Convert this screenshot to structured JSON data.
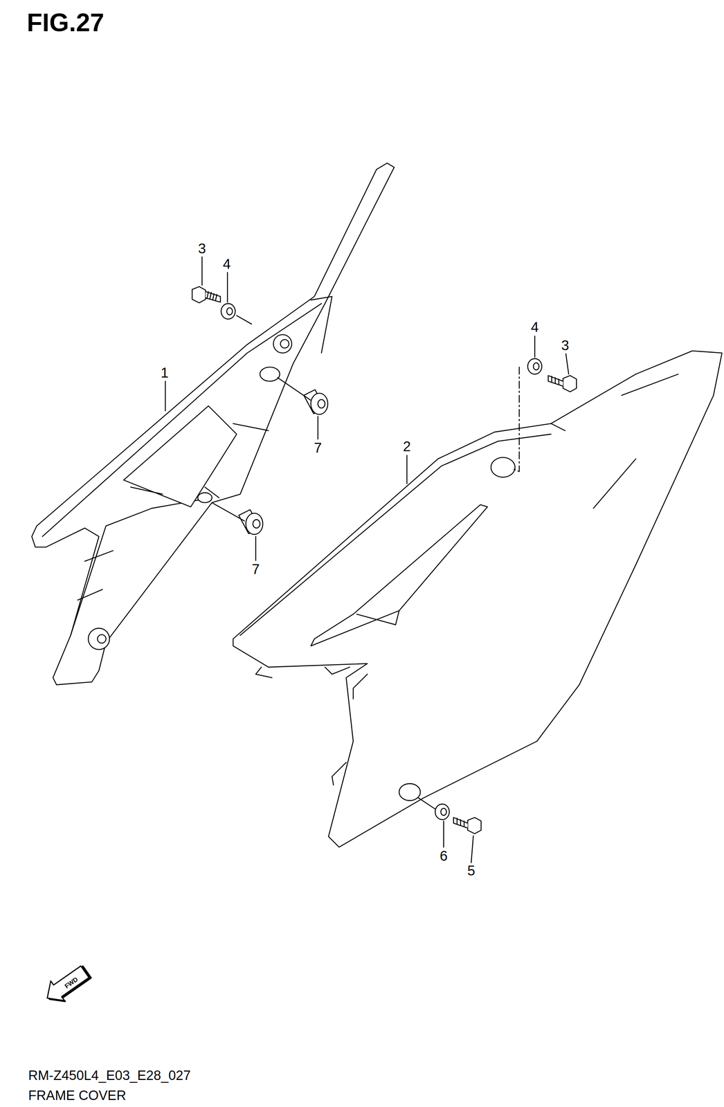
{
  "diagram": {
    "title": "FIG.27",
    "labels": [
      "3",
      "4",
      "1",
      "7",
      "7",
      "4",
      "3",
      "2",
      "6",
      "5",
      "FWD",
      "RM-Z450L4_E03_E28_027",
      "FRAME COVER"
    ]
  }
}
